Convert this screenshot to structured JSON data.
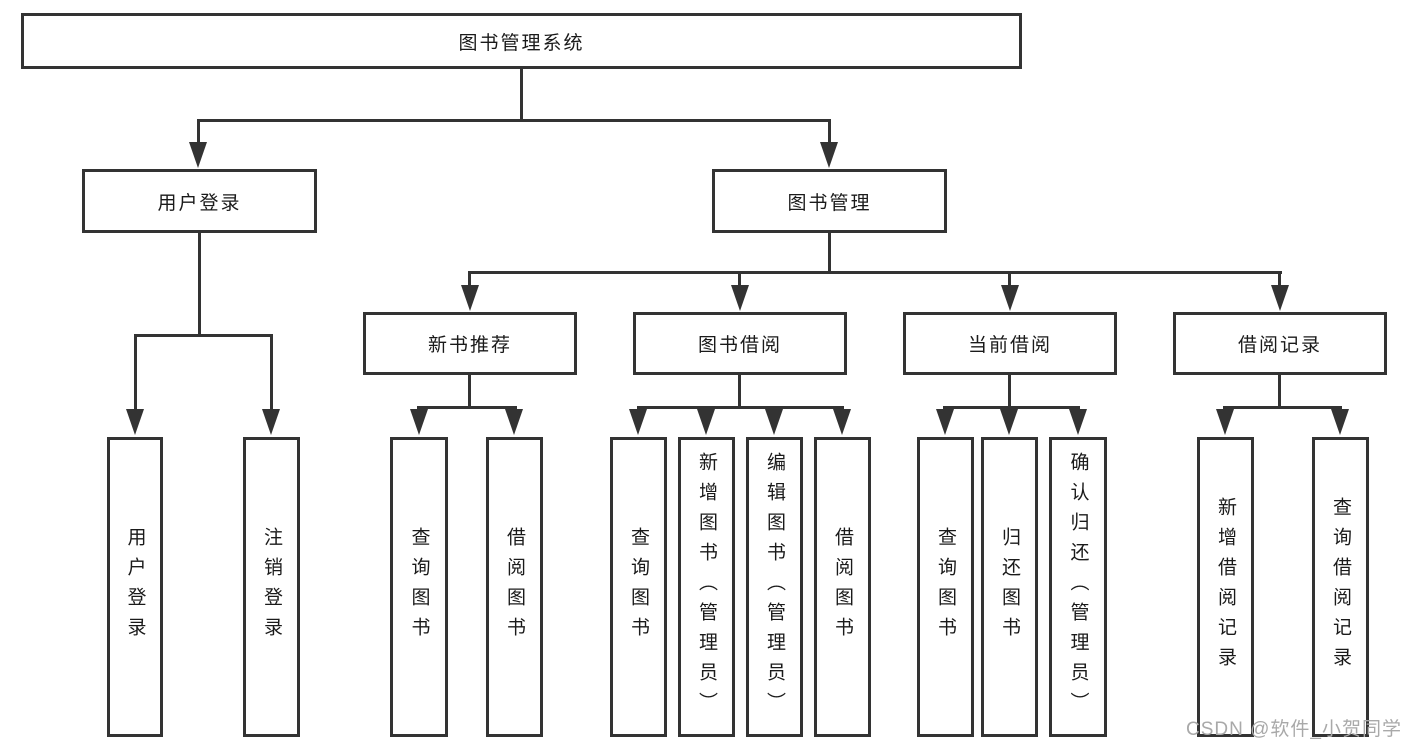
{
  "diagram": {
    "root": "图书管理系统",
    "level1": [
      {
        "label": "用户登录",
        "children": [
          "用户登录",
          "注销登录"
        ]
      },
      {
        "label": "图书管理",
        "children": [
          {
            "label": "新书推荐",
            "children": [
              "查询图书",
              "借阅图书"
            ]
          },
          {
            "label": "图书借阅",
            "children": [
              "查询图书",
              "新增图书（管理员）",
              "编辑图书（管理员）",
              "借阅图书"
            ]
          },
          {
            "label": "当前借阅",
            "children": [
              "查询图书",
              "归还图书",
              "确认归还（管理员）"
            ]
          },
          {
            "label": "借阅记录",
            "children": [
              "新增借阅记录",
              "查询借阅记录"
            ]
          }
        ]
      }
    ]
  },
  "watermark": {
    "text": "CSDN @软件_小贺同学",
    "color": "#a9a9a9"
  },
  "colors": {
    "line": "#333333",
    "text": "#1a1a1a",
    "background": "#ffffff"
  }
}
